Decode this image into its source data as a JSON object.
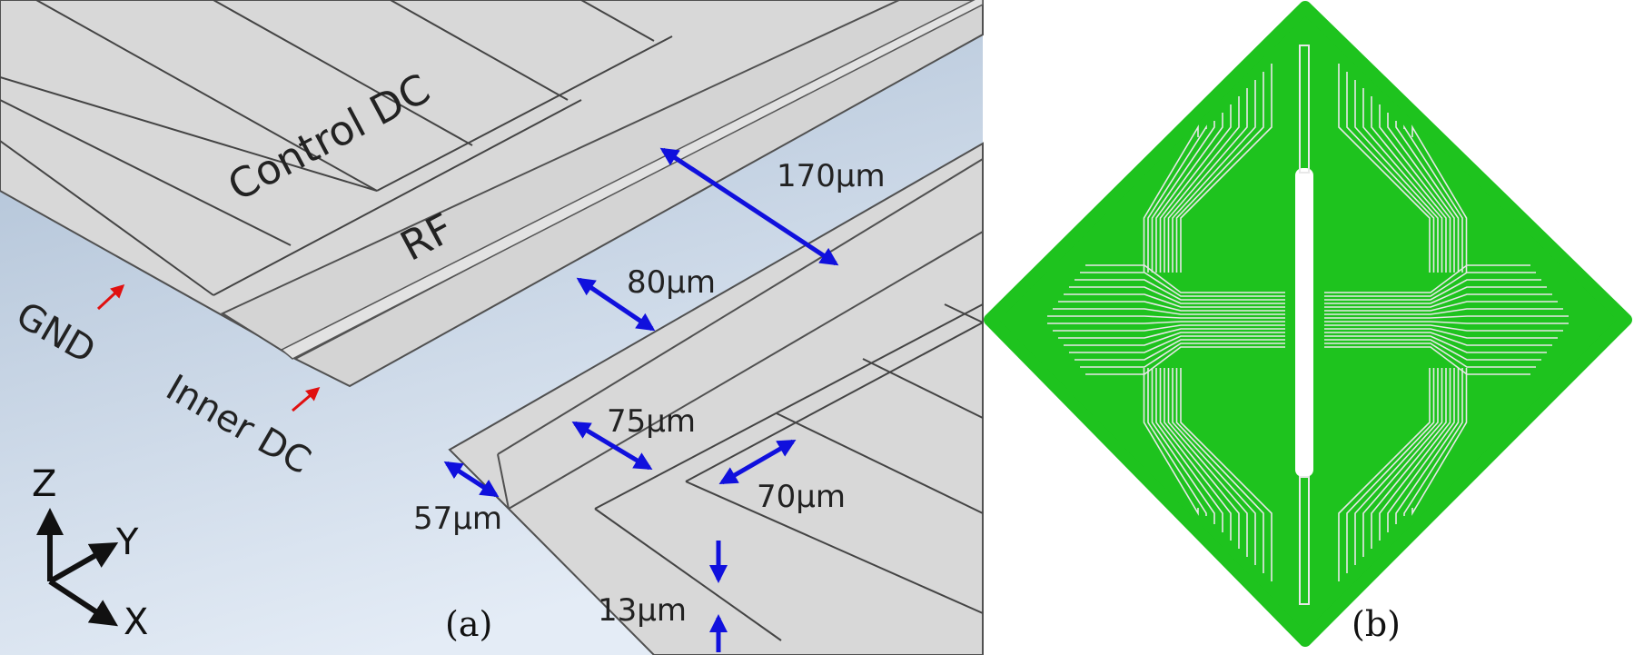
{
  "panel_a": {
    "labels": {
      "control_dc": "Control DC",
      "rf": "RF",
      "gnd": "GND",
      "inner_dc": "Inner DC"
    },
    "dimensions": {
      "d170": "170µm",
      "d80": "80µm",
      "d75": "75µm",
      "d70": "70µm",
      "d57": "57µm",
      "d13": "13µm"
    },
    "axes": {
      "z": "Z",
      "y": "Y",
      "x": "X"
    },
    "caption": "(a)"
  },
  "panel_b": {
    "caption": "(b)",
    "colors": {
      "trap": "#1ec31e",
      "trace": "#e8e8e8"
    }
  },
  "colors": {
    "arrow_dimension": "#1010dd",
    "arrow_pointer": "#e01010",
    "electrode": "#d9d9d9",
    "substrate_top": "#a9bcd2",
    "substrate_bottom": "#dce6f2"
  }
}
